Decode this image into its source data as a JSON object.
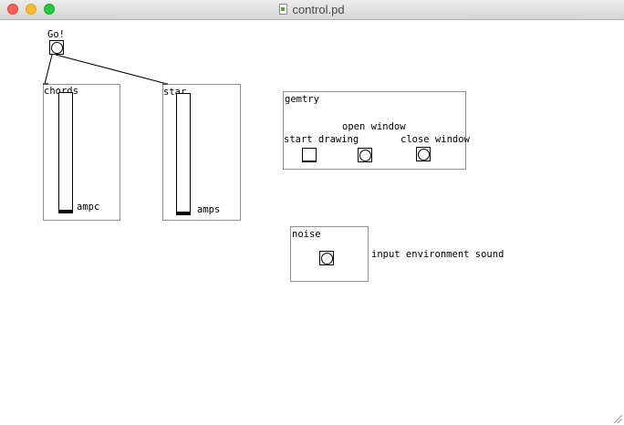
{
  "window": {
    "title": "control.pd"
  },
  "patch": {
    "go": {
      "label": "Go!"
    },
    "chords": {
      "name": "chords",
      "slider_label": "ampc",
      "slider_level": 0.0
    },
    "star": {
      "name": "star",
      "slider_label": "amps",
      "slider_level": 0.0
    },
    "gemtry": {
      "name": "gemtry",
      "open_label": "open window",
      "start_label": "start drawing",
      "close_label": "close window"
    },
    "noise": {
      "name": "noise",
      "side_label": "input environment sound"
    }
  }
}
